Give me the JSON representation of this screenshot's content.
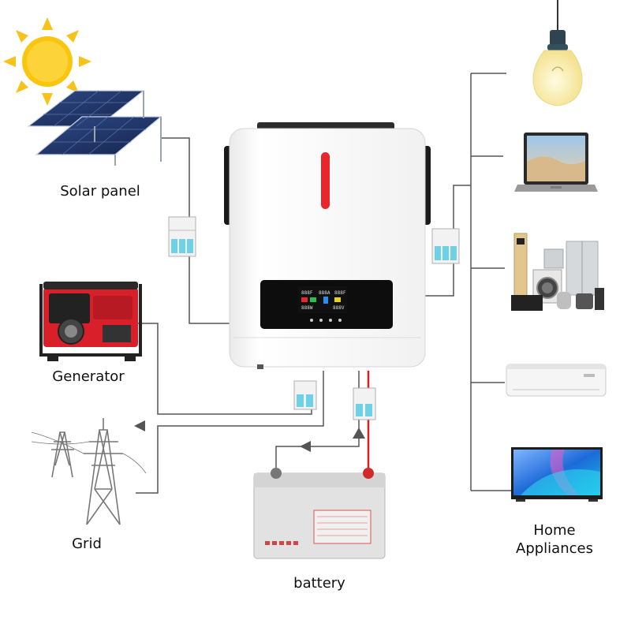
{
  "labels": {
    "solar_panel": "Solar panel",
    "generator": "Generator",
    "grid": "Grid",
    "battery": "battery",
    "home_appliances_line1": "Home",
    "home_appliances_line2": "Appliances"
  },
  "colors": {
    "wire": "#555555",
    "battery_positive": "#d32020",
    "inverter_body": "#f7f7f7",
    "inverter_accent": "#e8262b",
    "breaker_blue": "#6fd1e6",
    "sun": "#f7c21a"
  },
  "icons": [
    "sun-icon",
    "solar-panel-icon",
    "generator-icon",
    "transmission-tower-icon",
    "inverter-icon",
    "battery-icon",
    "light-bulb-icon",
    "laptop-icon",
    "kitchen-appliances-icon",
    "air-conditioner-icon",
    "television-icon",
    "breaker-icon"
  ]
}
